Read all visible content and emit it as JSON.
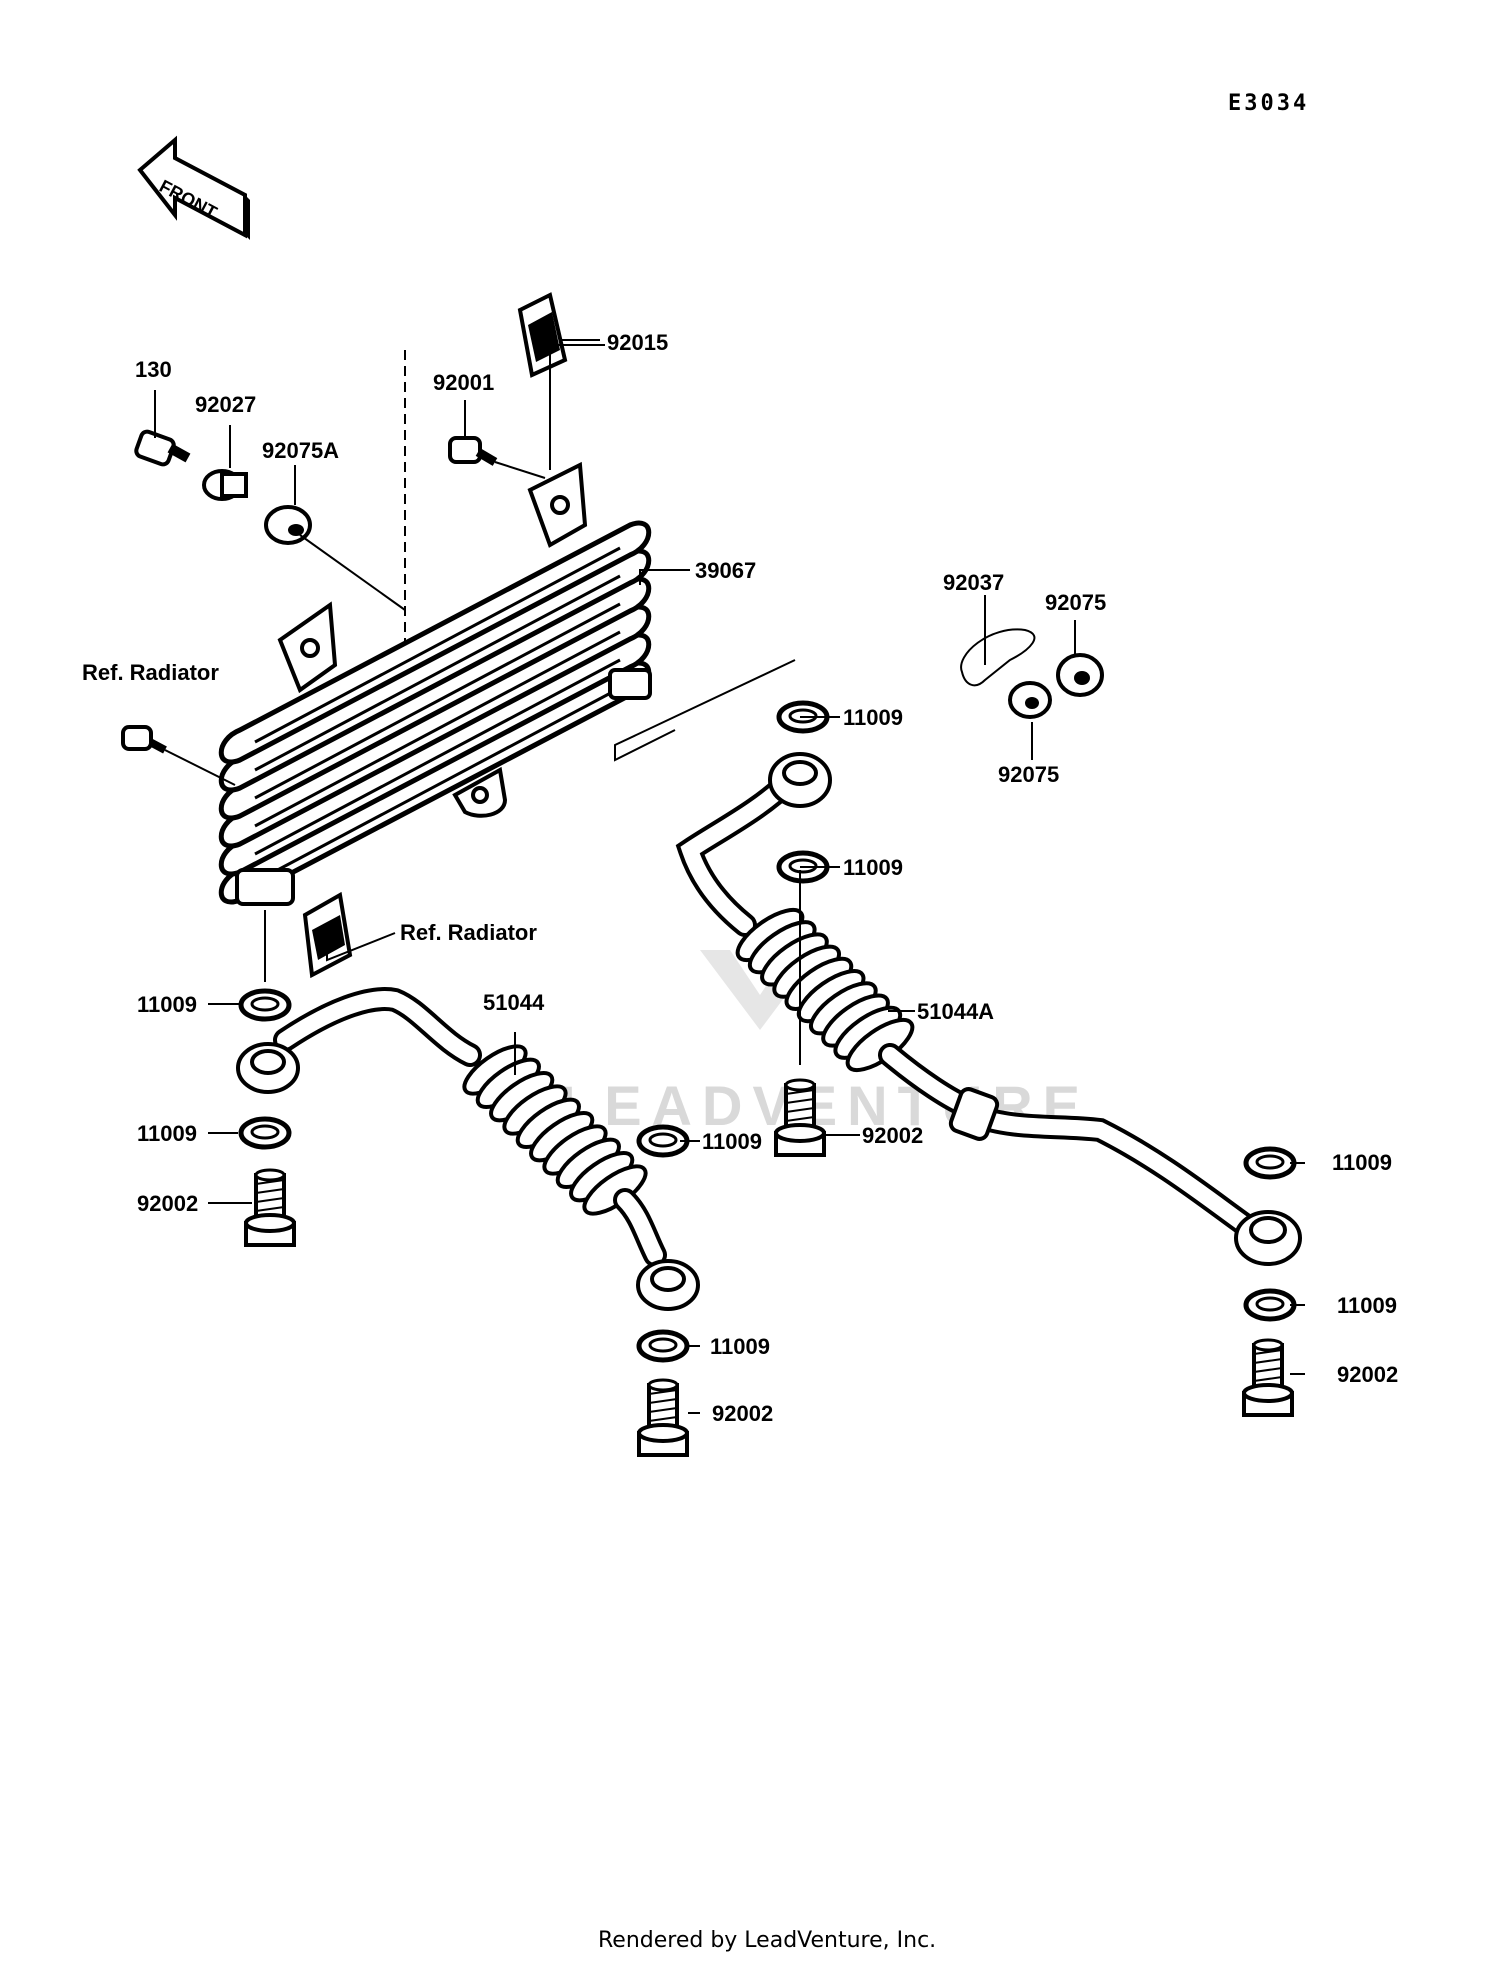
{
  "diagram": {
    "code": "E3034",
    "front_label": "FRONT",
    "watermark": "LEADVENTURE",
    "footer": "Rendered by LeadVenture, Inc.",
    "labels": [
      {
        "id": "130",
        "text": "130"
      },
      {
        "id": "92027",
        "text": "92027"
      },
      {
        "id": "92075A",
        "text": "92075A"
      },
      {
        "id": "92001",
        "text": "92001"
      },
      {
        "id": "92015",
        "text": "92015"
      },
      {
        "id": "39067",
        "text": "39067"
      },
      {
        "id": "92037",
        "text": "92037"
      },
      {
        "id": "92075-upper",
        "text": "92075"
      },
      {
        "id": "92075-lower",
        "text": "92075"
      },
      {
        "id": "ref-radiator-left",
        "text": "Ref. Radiator"
      },
      {
        "id": "ref-radiator-bottom",
        "text": "Ref. Radiator"
      },
      {
        "id": "11009-a",
        "text": "11009"
      },
      {
        "id": "11009-b",
        "text": "11009"
      },
      {
        "id": "11009-c",
        "text": "11009"
      },
      {
        "id": "11009-d",
        "text": "11009"
      },
      {
        "id": "11009-e",
        "text": "11009"
      },
      {
        "id": "11009-f",
        "text": "11009"
      },
      {
        "id": "11009-g",
        "text": "11009"
      },
      {
        "id": "11009-h",
        "text": "11009"
      },
      {
        "id": "51044",
        "text": "51044"
      },
      {
        "id": "51044A",
        "text": "51044A"
      },
      {
        "id": "92002-a",
        "text": "92002"
      },
      {
        "id": "92002-b",
        "text": "92002"
      },
      {
        "id": "92002-c",
        "text": "92002"
      },
      {
        "id": "92002-d",
        "text": "92002"
      }
    ]
  }
}
